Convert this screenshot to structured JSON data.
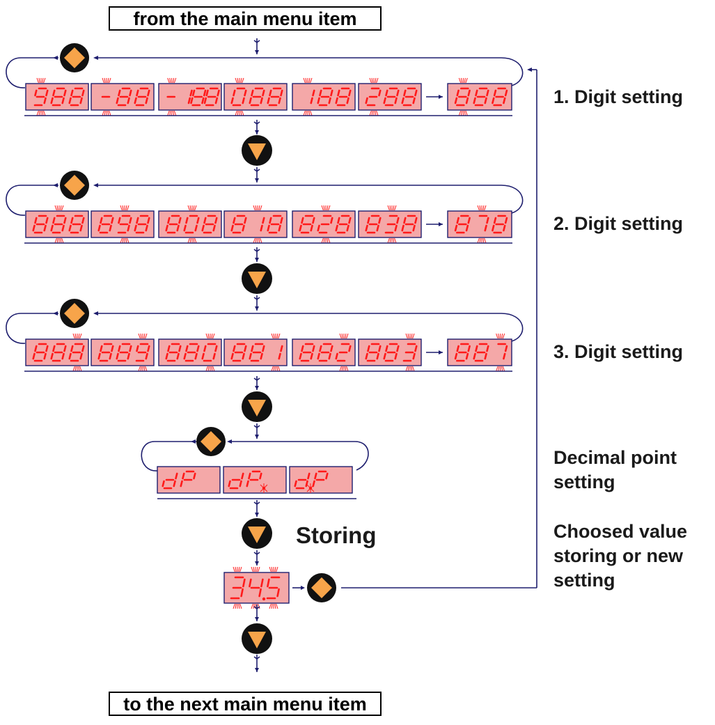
{
  "title_top": "from the main menu item",
  "title_bottom": "to the next main menu item",
  "storing_label": "Storing",
  "side_labels": [
    {
      "id": "digit1",
      "lines": [
        "1. Digit setting"
      ]
    },
    {
      "id": "digit2",
      "lines": [
        "2. Digit setting"
      ]
    },
    {
      "id": "digit3",
      "lines": [
        "3. Digit setting"
      ]
    },
    {
      "id": "decimal",
      "lines": [
        "Decimal point",
        "setting"
      ]
    },
    {
      "id": "choosed",
      "lines": [
        "Choosed value",
        "storing or new",
        "setting"
      ]
    }
  ],
  "rows": [
    {
      "id": "row1",
      "displays": [
        "988",
        "-88",
        "-188",
        "088",
        "188",
        "288",
        "888"
      ],
      "blink_digit": 1
    },
    {
      "id": "row2",
      "displays": [
        "888",
        "898",
        "808",
        "818",
        "828",
        "838",
        "878"
      ],
      "blink_digit": 2
    },
    {
      "id": "row3",
      "displays": [
        "888",
        "889",
        "880",
        "881",
        "882",
        "883",
        "887"
      ],
      "blink_digit": 3
    }
  ],
  "dp_row": {
    "displays": [
      "dP",
      "dP.",
      "dP"
    ]
  },
  "value_display": "345",
  "colors": {
    "display_bg": "#f4a8a8",
    "segment": "#ff1a1a",
    "line": "#1e1e6e",
    "button_fill": "#f7a44a",
    "button_ring": "#111111"
  },
  "icons": [
    "enter-diamond-icon",
    "down-triangle-icon"
  ]
}
